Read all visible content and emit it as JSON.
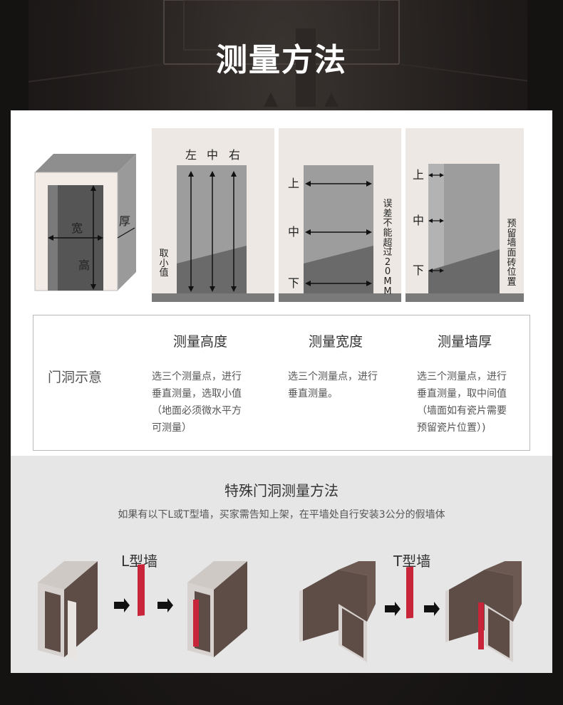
{
  "header": {
    "title": "测量方法"
  },
  "door_diagram": {
    "width_label": "宽",
    "height_label": "高",
    "thickness_label": "厚"
  },
  "height_diagram": {
    "positions": [
      "左",
      "中",
      "右"
    ],
    "side_note": "取小值"
  },
  "width_diagram": {
    "positions": [
      "上",
      "中",
      "下"
    ],
    "side_note": "误差不能超过20MM"
  },
  "thickness_diagram": {
    "positions": [
      "上",
      "中",
      "下"
    ],
    "side_note": "预留墙面砖位置"
  },
  "table": {
    "row_label": "门洞示意",
    "columns": [
      {
        "heading": "测量高度",
        "lines": [
          "选三个测量点，进行",
          "垂直测量，选取小值",
          "（地面必须微水平方",
          "可测量）"
        ]
      },
      {
        "heading": "测量宽度",
        "lines": [
          "选三个测量点，进行",
          "垂直测量。"
        ]
      },
      {
        "heading": "测量墙厚",
        "lines": [
          "选三个测量点，进行",
          "垂直测量，取中间值",
          "（墙面如有瓷片需要",
          "预留瓷片位置）)"
        ]
      }
    ]
  },
  "special": {
    "title": "特殊门洞测量方法",
    "subtitle": "如果有以下L或T型墙，买家需告知上架，在平墙处自行安装3公分的假墙体",
    "l_wall_label": "L型墙",
    "t_wall_label": "T型墙"
  },
  "colors": {
    "background": "#1b1716",
    "panel": "#ffffff",
    "panel_bottom": "#e6e6e6",
    "wall_brown": "#5e4d47",
    "wall_edge": "#d7d2cf",
    "insert_red": "#c8243a"
  }
}
